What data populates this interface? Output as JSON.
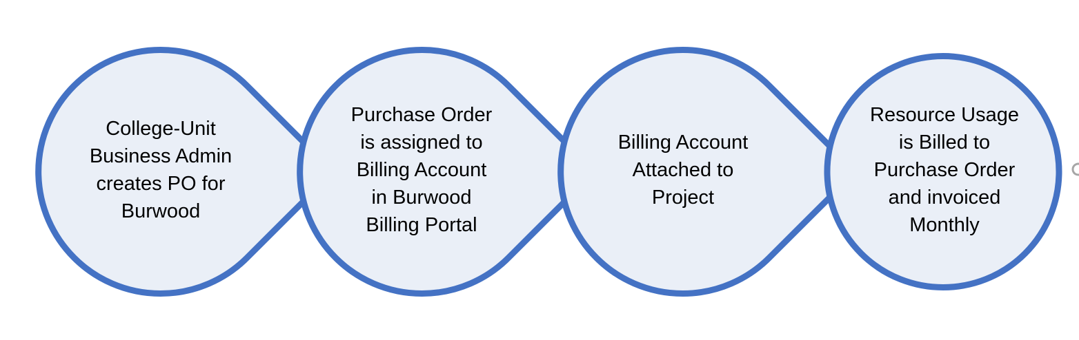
{
  "diagram": {
    "type": "process-flow",
    "colors": {
      "fill": "#EAEFF7",
      "stroke": "#4472C4",
      "text": "#000000"
    },
    "steps": [
      {
        "label": "College-Unit\nBusiness Admin\ncreates PO for\nBurwood"
      },
      {
        "label": "Purchase Order\nis assigned to\nBilling Account\nin Burwood\nBilling Portal"
      },
      {
        "label": "Billing Account\nAttached to\nProject"
      },
      {
        "label": "Resource Usage\nis Billed to\nPurchase Order\nand invoiced\nMonthly"
      }
    ]
  }
}
